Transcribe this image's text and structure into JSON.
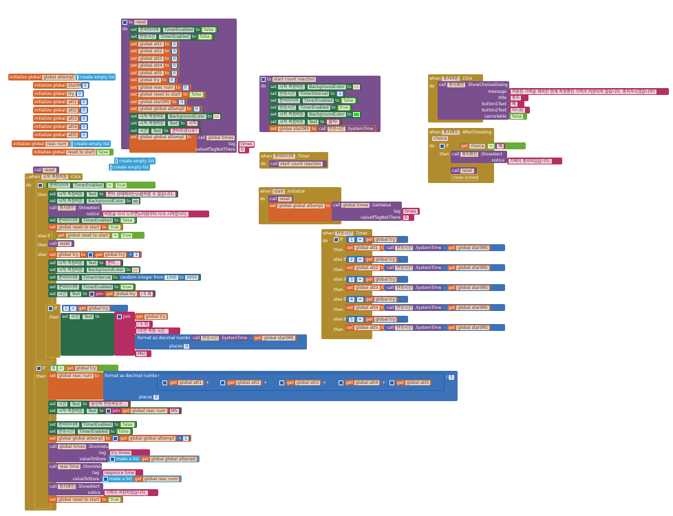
{
  "workspace": {
    "globals": [
      {
        "keyword": "initialize global",
        "name": "global attempt",
        "to": "to",
        "value": "create empty list"
      },
      {
        "keyword": "initialize global",
        "name": "startMS",
        "to": "to",
        "value": "0"
      },
      {
        "keyword": "initialize global",
        "name": "try",
        "to": "to",
        "value": "0"
      },
      {
        "keyword": "initialize global",
        "name": "att1",
        "to": "to",
        "value": "0"
      },
      {
        "keyword": "initialize global",
        "name": "att2",
        "to": "to",
        "value": "0"
      },
      {
        "keyword": "initialize global",
        "name": "att3",
        "to": "to",
        "value": "0"
      },
      {
        "keyword": "initialize global",
        "name": "att4",
        "to": "to",
        "value": "0"
      },
      {
        "keyword": "initialize global",
        "name": "att5",
        "to": "to",
        "value": "0"
      },
      {
        "keyword": "initialize global",
        "name": "reac num",
        "to": "to",
        "value": "create empty list"
      },
      {
        "keyword": "initialize global",
        "name": "reset to start",
        "to": "to",
        "value": "false"
      }
    ],
    "loose_blocks": [
      "create empty list",
      "create empty list"
    ],
    "loose_call": {
      "kw": "call",
      "name": "reset"
    },
    "reset_proc": {
      "header_to": "to",
      "name": "reset",
      "do": "do",
      "lines": [
        {
          "kw": "set",
          "comp": "준비타이머",
          "prop": "TimerEnabled",
          "to": "to",
          "val": "false"
        },
        {
          "kw": "set",
          "comp": "반응시간",
          "prop": "TimerEnabled",
          "to": "to",
          "val": "false"
        },
        {
          "kw": "set",
          "var": "global att1",
          "to": "to",
          "val": "0"
        },
        {
          "kw": "set",
          "var": "global att2",
          "to": "to",
          "val": "0"
        },
        {
          "kw": "set",
          "var": "global att3",
          "to": "to",
          "val": "0"
        },
        {
          "kw": "set",
          "var": "global att4",
          "to": "to",
          "val": "0"
        },
        {
          "kw": "set",
          "var": "global att5",
          "to": "to",
          "val": "0"
        },
        {
          "kw": "set",
          "var": "global try",
          "to": "to",
          "val": "0"
        },
        {
          "kw": "set",
          "var": "global reac num",
          "to": "to",
          "val": "0"
        },
        {
          "kw": "set",
          "var": "global reset to start",
          "to": "to",
          "val": "false"
        },
        {
          "kw": "set",
          "var": "global startMS",
          "to": "to",
          "val": "0"
        },
        {
          "kw": "set",
          "var": "global global attempt",
          "to": "to",
          "val": "0"
        },
        {
          "kw": "set",
          "comp": "시작 측정버튼",
          "prop": "BackgroundColor",
          "to": "to",
          "val": ""
        },
        {
          "kw": "set",
          "comp": "시작 측정버튼",
          "prop": "Text",
          "to": "to",
          "val": "시작"
        },
        {
          "kw": "set",
          "comp": "시간",
          "prop": "Text",
          "to": "to",
          "val": "준비되셨나요?"
        },
        {
          "kw": "set",
          "var": "global global attempt",
          "to": "to",
          "call": "call",
          "db": "global times",
          "method": ".GetValue",
          "tag_label": "tag",
          "tag": "times",
          "default_label": "valueIfTagNotThere",
          "default": "0"
        }
      ]
    },
    "start_count_proc": {
      "header_to": "to",
      "name": "start count reaction",
      "do": "do",
      "lines": [
        {
          "kw": "set",
          "comp": "시작 측정버튼",
          "prop": "BackgroundColor",
          "to": "to",
          "val": ""
        },
        {
          "kw": "set",
          "comp": "반응시간",
          "prop": "TimerInterval",
          "to": "to",
          "val": "1"
        },
        {
          "kw": "set",
          "comp": "준비타이머",
          "prop": "TimerEnabled",
          "to": "to",
          "val": "false"
        },
        {
          "kw": "set",
          "comp": "반응시간",
          "prop": "TimerEnabled",
          "to": "to",
          "val": "true"
        },
        {
          "kw": "set",
          "comp": "시작 측정버튼",
          "prop": "BackgroundColor",
          "to": "to",
          "val": ""
        },
        {
          "kw": "set",
          "comp": "시작 측정버튼",
          "prop": "Text",
          "to": "to",
          "val": "클릭!"
        },
        {
          "kw": "set",
          "var": "global startMS",
          "to": "to",
          "call": "call",
          "clock": "반응시간",
          "method": ".SystemTime"
        }
      ]
    },
    "timer_event": {
      "when": "when",
      "comp": "준비타이머",
      "event": ".Timer",
      "do": "do",
      "call": "call",
      "proc": "start count reaction"
    },
    "init_event": {
      "when": "when",
      "comp": "start",
      "event": ".Initialize",
      "do": "do",
      "call": "call",
      "proc": "reset",
      "set": "set",
      "var": "global global attempt",
      "to": "to",
      "db_call": "call",
      "db": "global times",
      "method": ".GetValue",
      "tag_label": "tag",
      "tag": "times",
      "default_label": "valueIfTagNotThere",
      "default": "0"
    },
    "stop_click": {
      "when": "when",
      "comp": "중지버튼",
      "event": ".Click",
      "do": "do",
      "call": "call",
      "notifier": "중지확인",
      "method": ".ShowChooseDialog",
      "message_label": "message",
      "message": "저장된 기록을 제외한 현재 측정중인 기록이 저장되지 않습니다. 중지하시겠습니까?",
      "title_label": "title",
      "title": "중지",
      "b1_label": "button1Text",
      "b1": "예",
      "b2_label": "button2Text",
      "b2": "아니요",
      "cancel_label": "cancelable",
      "cancel": "false"
    },
    "after_choosing": {
      "when": "when",
      "comp": "중지확인",
      "event": ".AfterChoosing",
      "param": "choice",
      "do": "do",
      "if": "if",
      "get": "get",
      "var": "choice",
      "op": "=",
      "val": "예",
      "then": "then",
      "call": "call",
      "notifier": "중지확인",
      "method": ".ShowAlert",
      "notice_label": "notice",
      "notice": "기록이 중지되었습니다.",
      "call2": "call",
      "proc": "reset",
      "close": "close screen"
    },
    "reaction_timer": {
      "when": "when",
      "comp": "반응시간",
      "event": ".Timer",
      "do": "do",
      "branches": [
        {
          "kw": "if",
          "n": "1",
          "op": "=",
          "get": "get",
          "var": "global try",
          "then": "then",
          "set": "set",
          "target": "global att1",
          "to": "to",
          "call": "call",
          "clock": "반응시간",
          "method": ".SystemTime",
          "minus": "-",
          "get2": "get",
          "var2": "global startMS"
        },
        {
          "kw": "else if",
          "n": "2",
          "op": "=",
          "get": "get",
          "var": "global try",
          "then": "then",
          "set": "set",
          "target": "global att2",
          "to": "to",
          "call": "call",
          "clock": "반응시간",
          "method": ".SystemTime",
          "minus": "-",
          "get2": "get",
          "var2": "global startMS"
        },
        {
          "kw": "else if",
          "n": "3",
          "op": "=",
          "get": "get",
          "var": "global try",
          "then": "then",
          "set": "set",
          "target": "global att3",
          "to": "to",
          "call": "call",
          "clock": "반응시간",
          "method": ".SystemTime",
          "minus": "-",
          "get2": "get",
          "var2": "global startMS"
        },
        {
          "kw": "else if",
          "n": "4",
          "op": "=",
          "get": "get",
          "var": "global try",
          "then": "then",
          "set": "set",
          "target": "global att4",
          "to": "to",
          "call": "call",
          "clock": "반응시간",
          "method": ".SystemTime",
          "minus": "-",
          "get2": "get",
          "var2": "global startMS"
        },
        {
          "kw": "else if",
          "n": "5",
          "op": "=",
          "get": "get",
          "var": "global try",
          "then": "then",
          "set": "set",
          "target": "global att5",
          "to": "to",
          "call": "call",
          "clock": "반응시간",
          "method": ".SystemTime",
          "minus": "-",
          "get2": "get",
          "var2": "global startMS"
        }
      ]
    },
    "start_click": {
      "when": "when",
      "comp": "시작 측정버튼",
      "event": ".Click",
      "do": "do",
      "if": "if",
      "cond_comp": "준비타이머",
      "cond_prop": "TimerEnabled",
      "eq": "=",
      "true": "true",
      "then": "then",
      "t1": {
        "kw": "set",
        "comp": "시작 측정버튼",
        "prop": "Text",
        "to": "to",
        "val": "준비 상태에서는\\n클릭할 수 없습니다."
      },
      "t2": {
        "kw": "set",
        "comp": "시작 측정버튼",
        "prop": "BackgroundColor",
        "to": "to"
      },
      "t3": {
        "kw": "call",
        "notifier": "중지확인",
        "method": ".ShowAlert",
        "notice_label": "notice",
        "notice": "버튼을 다시 누르면\\n처음부터 다시 시작합니다."
      },
      "t4": {
        "kw": "set",
        "comp": "준비타이머",
        "prop": "TimerEnabled",
        "to": "to",
        "val": "false"
      },
      "t5": {
        "kw": "set",
        "var": "global reset to start",
        "to": "to",
        "val": "true"
      },
      "elseif": "else if",
      "ei_get": "get",
      "ei_var": "global reset to start",
      "ei_eq": "=",
      "ei_val": "true",
      "then2": "then",
      "then2_call": "call",
      "then2_proc": "reset",
      "else": "else",
      "e1": {
        "kw": "set",
        "var": "global try",
        "to": "to",
        "get": "get",
        "gvar": "global try",
        "plus": "+",
        "n": "1"
      },
      "e2": {
        "kw": "set",
        "comp": "시작 측정버튼",
        "prop": "Text",
        "to": "to",
        "val": "준비..."
      },
      "e3": {
        "kw": "set",
        "comp": "시작 측정버튼",
        "prop": "BackgroundColor",
        "to": "to"
      },
      "e4": {
        "kw": "set",
        "comp": "준비타이머",
        "prop": "TimerInterval",
        "to": "to",
        "rand": "random integer from",
        "from": "1000",
        "to2": "to",
        "max": "3000"
      },
      "e5": {
        "kw": "set",
        "comp": "준비타이머",
        "prop": "TimerEnabled",
        "to": "to",
        "val": "true"
      },
      "e6": {
        "kw": "set",
        "comp": "시간",
        "prop": "Text",
        "to": "to",
        "join": "join",
        "get": "get",
        "gvar": "global try",
        "s1": "/ 5 회"
      },
      "inner_if": {
        "kw": "if",
        "n": "1",
        "op": "<",
        "get": "get",
        "var": "global try",
        "then": "then",
        "set": "set",
        "comp": "시간",
        "prop": "Text",
        "to": "to",
        "join": "join",
        "get2": "get",
        "var2": "global try",
        "s1": "/ 5 회",
        "s2": "(이전 측정 시간 : ",
        "fmt": "format as decimal number",
        "call": "call",
        "clock": "반응시간",
        "method": ".SystemTime",
        "minus": "-",
        "get3": "get",
        "var3": "global startMS",
        "places_label": "places",
        "places": "0",
        "s3": "MS)"
      },
      "final_if": {
        "kw": "if",
        "n": "6",
        "op": "=",
        "get": "get",
        "var": "global try",
        "then": "then",
        "set": "set",
        "var_set": "global reac num",
        "to": "to",
        "fmt": "format as decimal number",
        "terms": [
          {
            "get": "get",
            "var": "global att1",
            "op": "+"
          },
          {
            "get": "get",
            "var": "global att2",
            "op": "+"
          },
          {
            "get": "get",
            "var": "global att3",
            "op": "+"
          },
          {
            "get": "get",
            "var": "global att4",
            "op": "+"
          },
          {
            "get": "get",
            "var": "global att5",
            "op": ""
          }
        ],
        "div": "/",
        "divisor": "5",
        "places_label": "places",
        "places": "0",
        "l1": {
          "kw": "set",
          "comp": "시간",
          "prop": "Text",
          "to": "to",
          "val": "당신의 반응속도는..."
        },
        "l2": {
          "kw": "set",
          "comp": "시작 측정버튼",
          "prop": "Text",
          "to": "to",
          "join": "join",
          "get": "get",
          "gvar": "global reac num",
          "s": "MS"
        },
        "l3": {
          "kw": "set",
          "comp": "준비타이머",
          "prop": "TimerEnabled",
          "to": "to",
          "val": "false"
        },
        "l4": {
          "kw": "set",
          "comp": "반응시간",
          "prop": "TimerEnabled",
          "to": "to",
          "val": "false"
        },
        "l5": {
          "kw": "set",
          "var": "global global attempt",
          "to": "to",
          "get": "get",
          "gvar": "global global attempt",
          "plus": "+",
          "n": "1"
        },
        "l6": {
          "kw": "call",
          "db": "global times",
          "method": ".StoreValue",
          "tag_label": "tag",
          "tag": "try times",
          "vts_label": "valueToStore",
          "mk": "make a list",
          "get": "get",
          "gvar": "global global attempt"
        },
        "l7": {
          "kw": "call",
          "db": "reac time",
          "method": ".StoreValue",
          "tag_label": "tag",
          "tag": "responce time",
          "vts_label": "valueToStore",
          "mk": "make a list",
          "get": "get",
          "gvar": "global reac num"
        },
        "l8": {
          "kw": "call",
          "notifier": "중지확인",
          "method": ".ShowAlert",
          "notice_label": "notice",
          "notice": "기록이 저장되었습니다."
        },
        "l9": {
          "kw": "set",
          "var": "global reset to start",
          "to": "to",
          "val": "true"
        }
      }
    },
    "colors": {
      "orange": "#d4632c",
      "purple": "#7a4f8e",
      "green": "#2a6b48",
      "lime": "#6aab36",
      "blue": "#3c72b8",
      "gold": "#b08c2e",
      "pink": "#b82d62",
      "bg_swatch_peach": "#f4b8a8",
      "bg_swatch_green": "#22dd22",
      "bg_swatch_gray": "#9a9a9a"
    }
  }
}
